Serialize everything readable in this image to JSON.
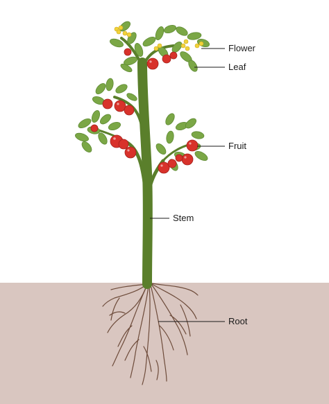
{
  "labels": {
    "flower": "Flower",
    "leaf": "Leaf",
    "fruit": "Fruit",
    "stem": "Stem",
    "root": "Root"
  },
  "colors": {
    "background": "#ffffff",
    "soil": "#d9c6c0",
    "stem": "#5a7f2b",
    "leaf": "#7ba746",
    "leaf_dark": "#5e8a33",
    "fruit": "#d8322b",
    "flower": "#f2d23a",
    "root": "#6d4b3a"
  }
}
